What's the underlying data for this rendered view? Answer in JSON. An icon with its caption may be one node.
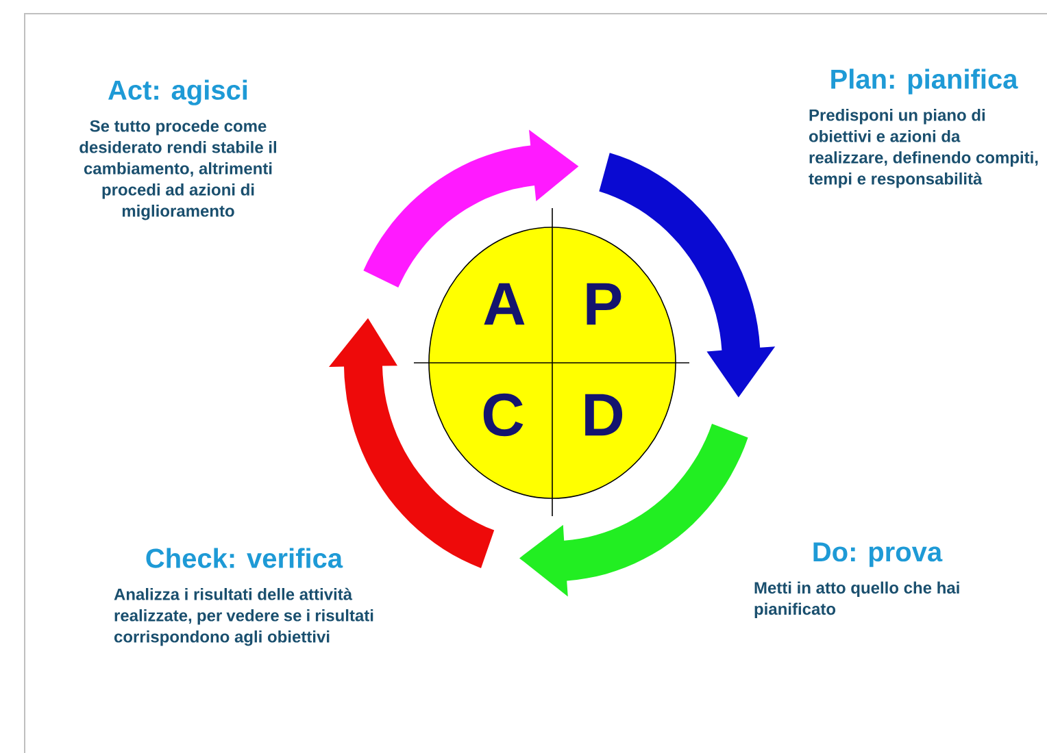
{
  "diagram": {
    "nodes": [
      {
        "text": [
          "Act: agisci",
          "Se tutto procede come desiderato rendi stabile il cambiamento, altrimenti procedi ad azioni di miglioramento"
        ]
      },
      {
        "text": [
          "Plan: pianifica",
          "Predisponi un piano di obiettivi e azioni da realizzare, definendo compiti, tempi e responsabilità"
        ]
      },
      {
        "text": [
          "A",
          "P",
          "C",
          "D"
        ]
      },
      {
        "text": [
          "Check: verifica",
          "Analizza i risultati delle attività realizzate, per vedere se i risultati corrispondono agli obiettivi"
        ]
      },
      {
        "text": [
          "Do: prova",
          "Metti in atto quello che hai pianificato"
        ]
      }
    ]
  }
}
